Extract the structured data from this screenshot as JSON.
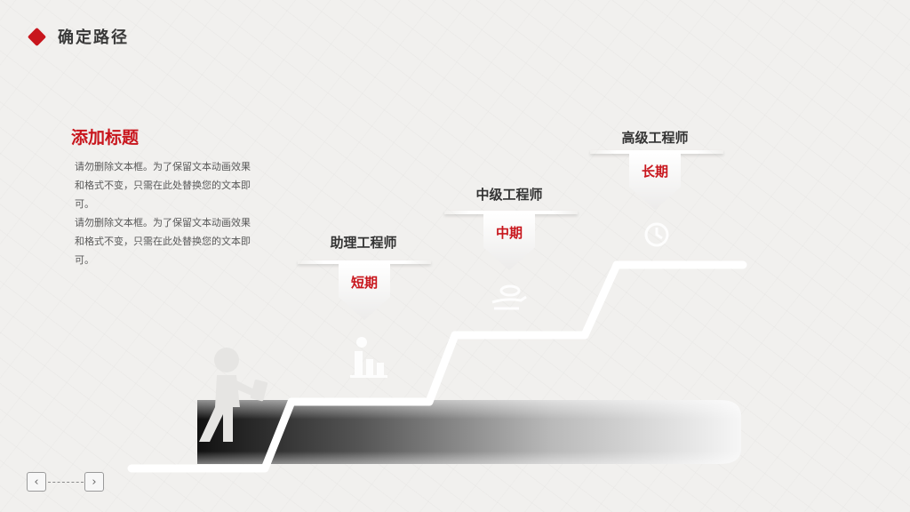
{
  "header": {
    "title": "确定路径"
  },
  "content": {
    "title": "添加标题",
    "paragraphs": [
      "请勿删除文本框。为了保留文本动画效果和格式不变，只需在此处替换您的文本即可。",
      "请勿删除文本框。为了保留文本动画效果和格式不变，只需在此处替换您的文本即可。"
    ]
  },
  "stages": [
    {
      "role": "助理工程师",
      "term": "短期"
    },
    {
      "role": "中级工程师",
      "term": "中期"
    },
    {
      "role": "高级工程师",
      "term": "长期"
    }
  ],
  "nav": {
    "prev": "‹",
    "next": "›"
  },
  "colors": {
    "accent": "#c8161d",
    "text": "#333333",
    "background": "#f1f0ee"
  },
  "icons": [
    "walking-person-icon",
    "bar-chart-icon",
    "hand-coin-icon",
    "clock-icon"
  ]
}
